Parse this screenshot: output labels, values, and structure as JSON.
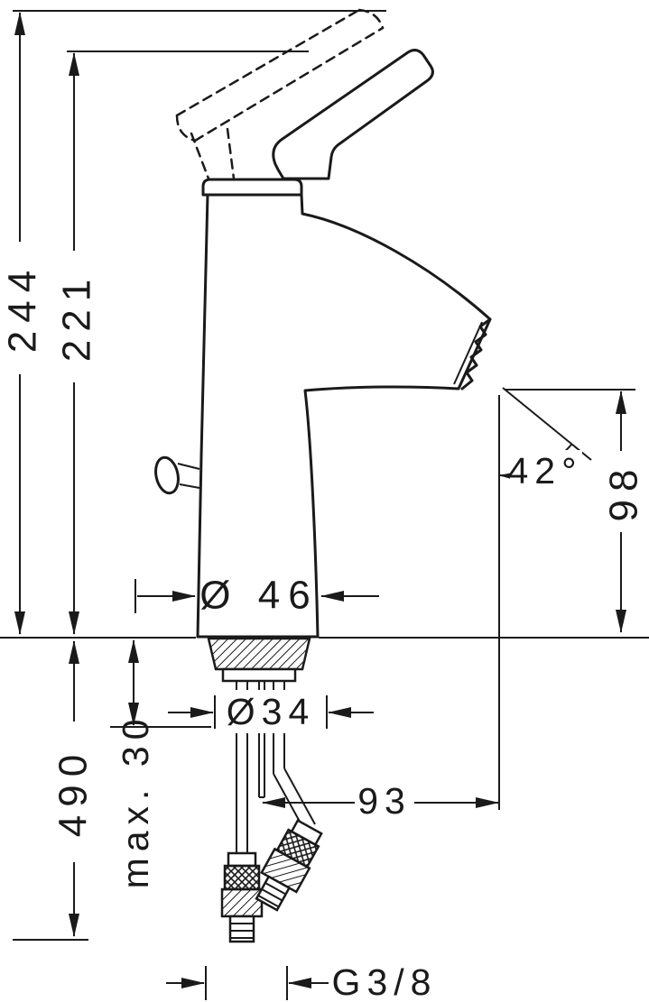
{
  "page": {
    "background": "#ffffff",
    "ink": "#1a1a1a"
  },
  "labels": {
    "overall_height": "244",
    "body_height": "221",
    "spout_height": "98",
    "spout_angle": "42°",
    "base_diameter": "Ø 46",
    "hole_diameter": "Ø34",
    "max_counter_thickness": "max. 30",
    "connection_length": "490",
    "spout_reach": "93",
    "connection_thread": "G3/8"
  }
}
